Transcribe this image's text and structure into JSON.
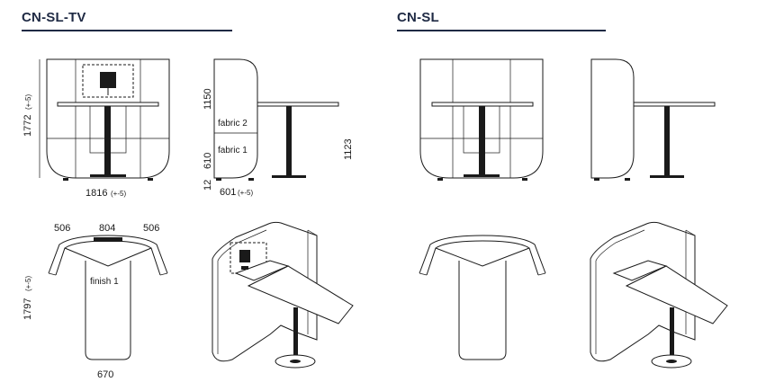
{
  "sections": [
    {
      "title": "CN-SL-TV"
    },
    {
      "title": "CN-SL"
    }
  ],
  "dimensions": {
    "front_height": "1772",
    "front_height_tol": "(+-5)",
    "front_width": "1816",
    "front_width_tol": "(+-5)",
    "side_upper": "1150",
    "side_lower": "610",
    "side_base": "12",
    "side_depth": "601",
    "side_depth_tol": "(+-5)",
    "table_height": "1123",
    "plan_left": "506",
    "plan_center": "804",
    "plan_right": "506",
    "plan_depth": "1797",
    "plan_depth_tol": "(+-5)",
    "plan_table_width": "670"
  },
  "labels": {
    "fabric_upper": "fabric 2",
    "fabric_lower": "fabric 1",
    "finish": "finish 1"
  },
  "colors": {
    "heading": "#1f2a44",
    "line": "#1a1a1a"
  }
}
